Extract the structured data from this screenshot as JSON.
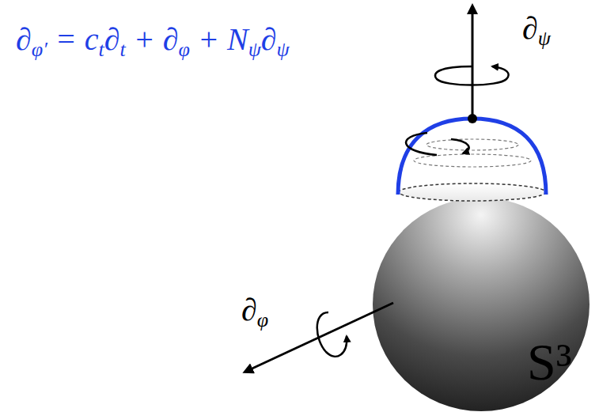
{
  "diagram": {
    "nodes": [
      {
        "text": [
          "S³"
        ]
      }
    ],
    "labels": [
      "∂φ′ = ct∂t + ∂φ + Nψ∂ψ",
      "∂ψ",
      "∂φ"
    ]
  }
}
